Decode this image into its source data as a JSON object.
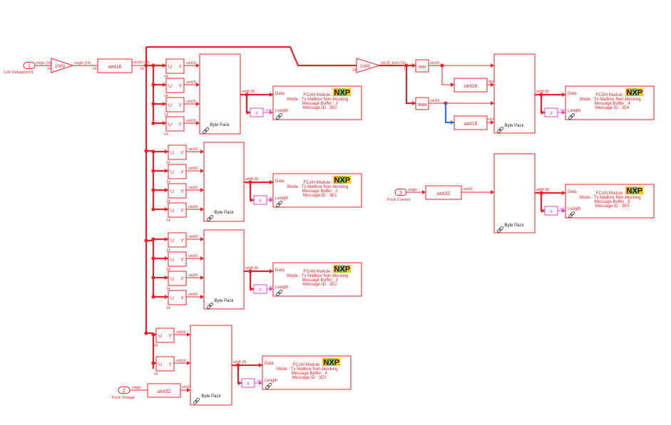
{
  "inports": [
    {
      "num": "1",
      "label": "Cell Voltage(mV)",
      "sig": "single (14)",
      "dim": "14"
    },
    {
      "num": "2",
      "label": "Pack Voltage",
      "sig": "single"
    },
    {
      "num": "3",
      "label": "Pack Current",
      "sig": "single"
    }
  ],
  "gain": {
    "value": "1000",
    "sig_out": "single (14)",
    "dim": "14"
  },
  "gain2": {
    "value": "1000",
    "sig_out": "sfix32_En6 (14)",
    "dim": "14"
  },
  "convert": {
    "uint16": "uint16",
    "uint32": "uint32",
    "sig_uint16_14": "uint16 (14)",
    "sig_uint32": "uint32",
    "dim": "14"
  },
  "selector": {
    "u": "U",
    "y": "Y",
    "sig": "uint16",
    "dim": "14"
  },
  "minmax": {
    "min": "min",
    "max": "max",
    "sig": "uint16"
  },
  "bytepack": {
    "label": "Byte Pack",
    "sig_out": "uint8 (8)",
    "dim": "8"
  },
  "can": {
    "data_label": "Data",
    "length_label": "Length",
    "module": "FCAN Module : 0",
    "mode": "Mode : Tx Mailbox Non-blocking",
    "logo": "NXP",
    "blocks": [
      {
        "buffer": "Message Buffer : 1",
        "id": "Message ID : 3E0"
      },
      {
        "buffer": "Message Buffer : 2",
        "id": "Message ID : 3E1"
      },
      {
        "buffer": "Message Buffer : 3",
        "id": "Message ID : 3E2"
      },
      {
        "buffer": "Message Buffer : 4",
        "id": "Message ID : 3E3"
      },
      {
        "buffer": "Message Buffer : 4",
        "id": "Message ID : 3E4"
      },
      {
        "buffer": "Message Buffer : 5",
        "id": "Message ID : 3E5"
      }
    ]
  },
  "const8": {
    "value": "8",
    "sig": "uint8"
  },
  "colors": {
    "wire": "#e8222a",
    "pink": "#e040c8",
    "blue": "#3a6fd8",
    "nxp_n": "#f5a623",
    "nxp_x": "#8dc63f",
    "nxp_p": "#f5c800"
  }
}
